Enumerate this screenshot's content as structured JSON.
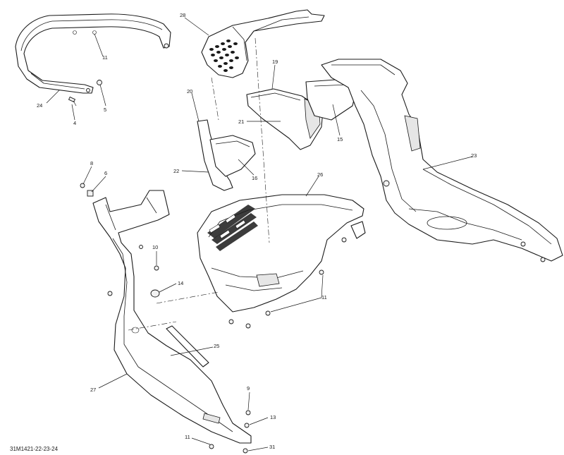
{
  "diagram": {
    "reference": "31M1421-22-23-24",
    "callouts": {
      "c4": "4",
      "c5": "5",
      "c6": "6",
      "c8": "8",
      "c9": "9",
      "c10": "10",
      "c11a": "11",
      "c11b": "11",
      "c11c": "11",
      "c13": "13",
      "c14": "14",
      "c15": "15",
      "c16": "16",
      "c19": "19",
      "c20": "20",
      "c21": "21",
      "c22": "22",
      "c23": "23",
      "c24": "24",
      "c25": "25",
      "c26": "26",
      "c27": "27",
      "c28": "28",
      "c31": "31"
    }
  }
}
